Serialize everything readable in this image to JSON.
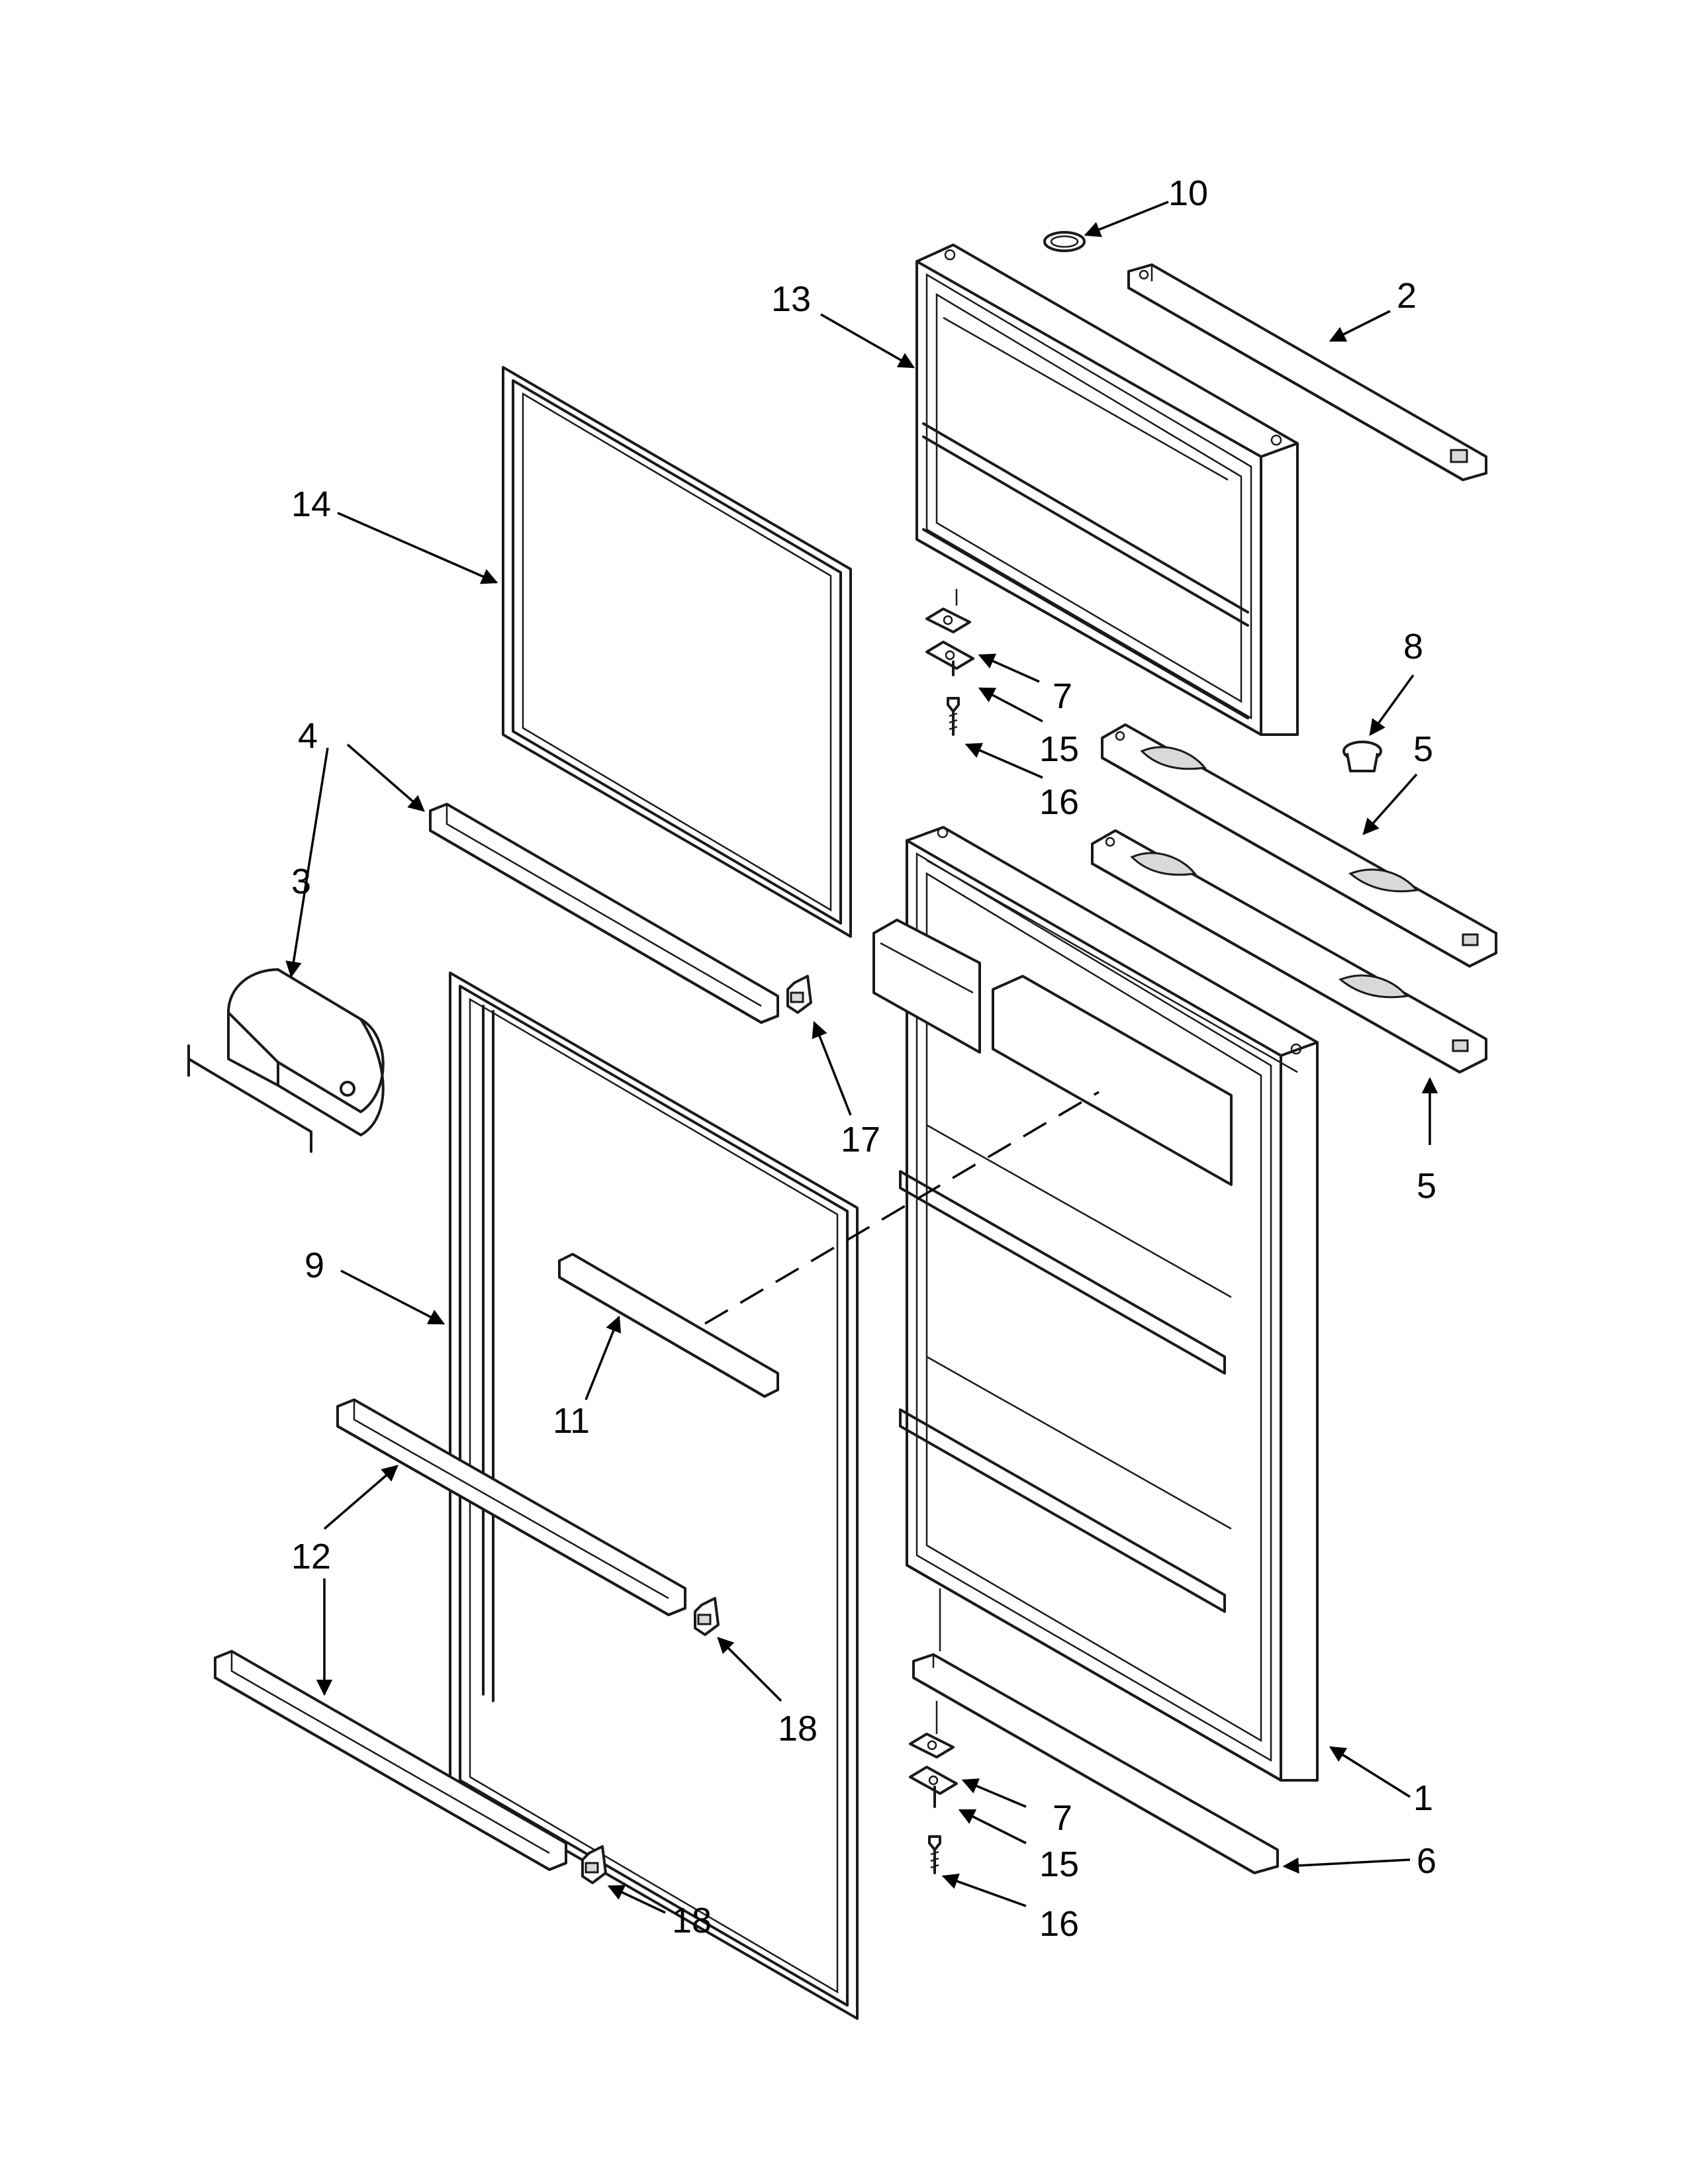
{
  "callouts": {
    "c1": "1",
    "c2": "2",
    "c3": "3",
    "c4": "4",
    "c5": "5",
    "c6": "6",
    "c7": "7",
    "c8": "8",
    "c9": "9",
    "c10": "10",
    "c11": "11",
    "c12": "12",
    "c13": "13",
    "c14": "14",
    "c15": "15",
    "c16": "16",
    "c17": "17",
    "c18": "18"
  },
  "colors": {
    "line": "#1a1a1a",
    "shade": "#d9d9d9",
    "background": "#ffffff"
  }
}
